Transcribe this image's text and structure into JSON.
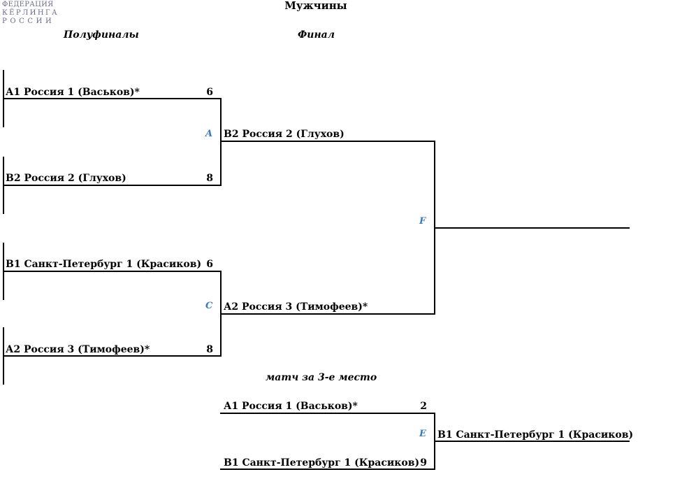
{
  "logo": {
    "line1": "ФЕДЕРАЦИЯ",
    "line2": "КЁРЛИНГА",
    "line3": "РОССИИ"
  },
  "title": "Мужчины",
  "headings": {
    "semifinals": "Полуфиналы",
    "final": "Финал",
    "third_place": "матч за 3-е место"
  },
  "semifinals": [
    {
      "code": "A",
      "teams": [
        {
          "name": "А1 Россия 1 (Васьков)*",
          "score": "6"
        },
        {
          "name": "В2 Россия 2 (Глухов)",
          "score": "8"
        }
      ]
    },
    {
      "code": "C",
      "teams": [
        {
          "name": "В1 Санкт-Петербург 1 (Красиков)",
          "score": "6"
        },
        {
          "name": "А2 Россия 3 (Тимофеев)*",
          "score": "8"
        }
      ]
    }
  ],
  "final": {
    "code": "F",
    "teams": [
      {
        "name": "В2 Россия 2 (Глухов)"
      },
      {
        "name": "А2 Россия 3 (Тимофеев)*"
      }
    ]
  },
  "third_place": {
    "code": "E",
    "teams": [
      {
        "name": "А1 Россия 1 (Васьков)*",
        "score": "2"
      },
      {
        "name": "В1 Санкт-Петербург 1 (Красиков)",
        "score": "9"
      }
    ],
    "winner": "В1 Санкт-Петербург 1 (Красиков)"
  }
}
